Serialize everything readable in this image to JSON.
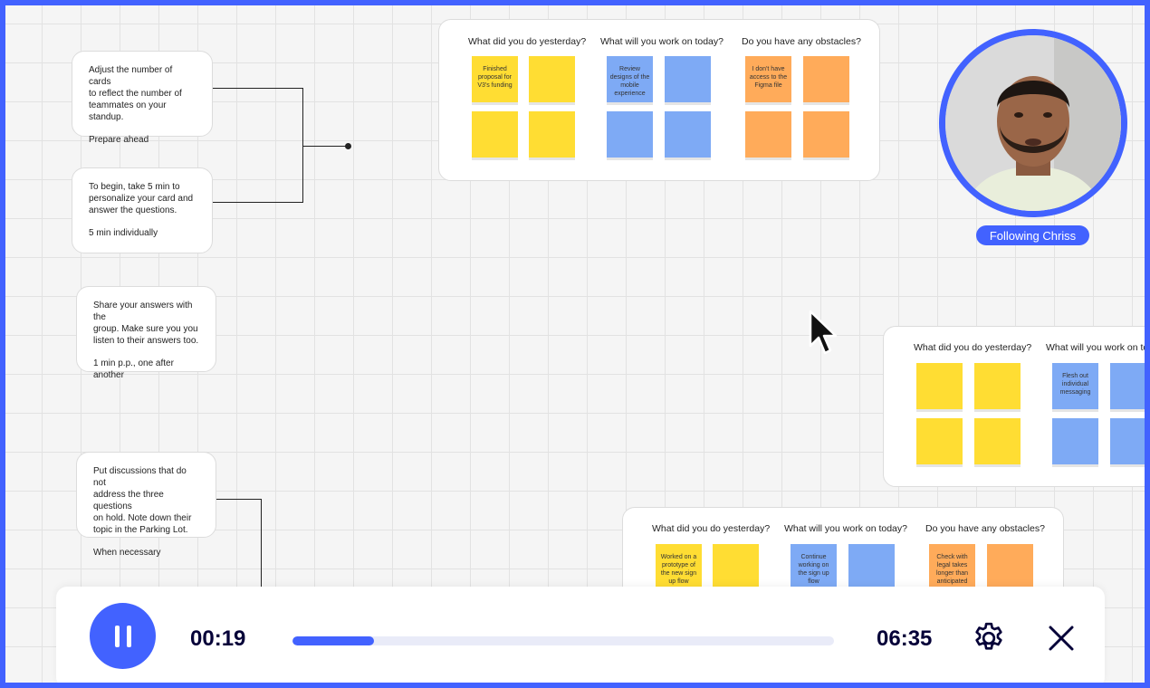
{
  "instructions": [
    {
      "lines": [
        "Adjust the number of cards",
        "to reflect the number of",
        "teammates on your standup."
      ],
      "note": "Prepare ahead"
    },
    {
      "lines": [
        "To begin, take 5 min to",
        "personalize your card and",
        "answer the questions."
      ],
      "note": "5 min individually"
    },
    {
      "lines": [
        "Share your answers with the",
        "group. Make sure you you",
        "listen to their answers too."
      ],
      "note": "1 min p.p., one after another"
    },
    {
      "lines": [
        "Put discussions that do not",
        "address the three questions",
        "on hold. Note down their",
        "topic in the Parking Lot."
      ],
      "note": "When necessary"
    }
  ],
  "boards": [
    {
      "columns": [
        {
          "title": "What did you do yesterday?",
          "color": "yellow",
          "first_note": "Finished proposal for V3's funding"
        },
        {
          "title": "What will you work on today?",
          "color": "blue",
          "first_note": "Review designs of the mobile experience"
        },
        {
          "title": "Do you have any obstacles?",
          "color": "orange",
          "first_note": "I don't have access to the Figma file"
        }
      ]
    },
    {
      "columns": [
        {
          "title": "What did you do yesterday?",
          "color": "yellow",
          "first_note": ""
        },
        {
          "title": "What will you work on tod",
          "color": "blue",
          "first_note": "Flesh out individual messaging"
        }
      ]
    },
    {
      "columns": [
        {
          "title": "What did you do yesterday?",
          "color": "yellow",
          "first_note": "Worked on a prototype of the new sign up flow"
        },
        {
          "title": "What will you work on today?",
          "color": "blue",
          "first_note": "Continue working on the sign up flow"
        },
        {
          "title": "Do you have any obstacles?",
          "color": "orange",
          "first_note": "Check with legal takes longer than anticipated"
        }
      ]
    }
  ],
  "presenter": {
    "following_label": "Following Chriss"
  },
  "player": {
    "elapsed": "00:19",
    "total": "06:35",
    "progress": 0.15
  },
  "colors": {
    "accent": "#4262ff",
    "yellow": "#ffdd33",
    "blue": "#7eaaf5",
    "orange": "#ffab5a"
  },
  "icons": {
    "pause": "pause-icon",
    "settings": "gear-icon",
    "close": "close-icon",
    "cursor": "cursor-arrow-icon"
  }
}
